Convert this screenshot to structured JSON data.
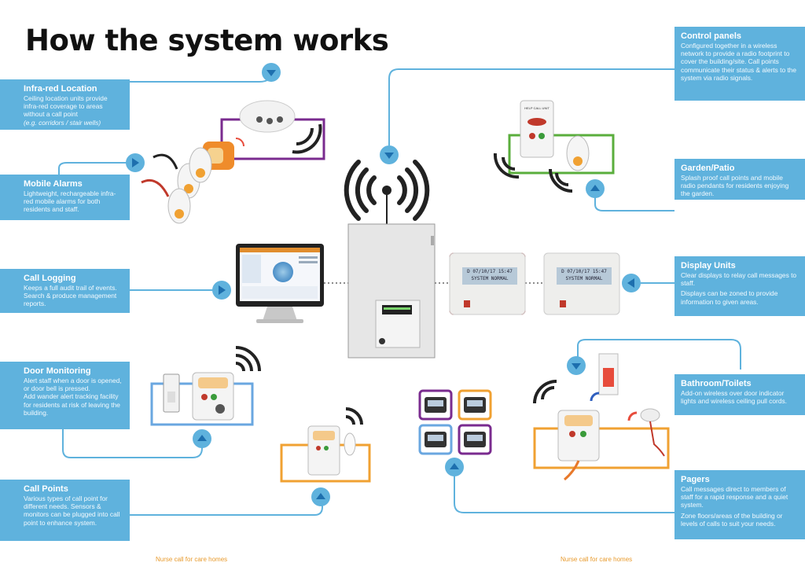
{
  "title": "How the system works",
  "footer": {
    "left": "Nurse call for care homes",
    "right": "Nurse call for care homes"
  },
  "colors": {
    "panel_blue": "#5fb2dd",
    "line_blue": "#5fb2dd",
    "purple": "#7a2b8f",
    "green": "#5aae3c",
    "orange": "#f0a132",
    "light_blue": "#6aa7e0"
  },
  "boxes": {
    "infrared": {
      "heading": "Infra-red Location",
      "body": "Ceiling location units provide infra-red coverage to areas without a call point",
      "note": "(e.g. corridors / stair wells)"
    },
    "mobile": {
      "heading": "Mobile Alarms",
      "body": "Lightweight, rechargeable infra-red mobile alarms for both residents and staff."
    },
    "logging": {
      "heading": "Call Logging",
      "body": "Keeps a full audit trail of events. Search & produce management reports."
    },
    "door": {
      "heading": "Door Monitoring",
      "body": "Alert staff when a door is opened, or door bell is pressed.",
      "extra": "Add wander alert tracking facility for residents at risk of leaving the building."
    },
    "callpoints": {
      "heading": "Call Points",
      "body": "Various types of call point for different needs. Sensors & monitors can be plugged into call point to enhance system."
    },
    "control": {
      "heading": "Control panels",
      "body": "Configured together in a wireless network to provide a radio footprint to cover the building/site. Call points communicate their status & alerts to the system via radio signals."
    },
    "garden": {
      "heading": "Garden/Patio",
      "body": "Splash proof call points and mobile radio pendants for residents enjoying the garden."
    },
    "display": {
      "heading": "Display Units",
      "body": "Clear displays to relay call messages to staff.",
      "extra": "Displays can be zoned to provide information to given areas."
    },
    "bathroom": {
      "heading": "Bathroom/Toilets",
      "body": "Add-on wireless over door indicator lights and wireless ceiling pull cords."
    },
    "pagers": {
      "heading": "Pagers",
      "body": "Call messages direct to members of staff for a rapid response and a quiet system.",
      "extra": "Zone floors/areas of the building or levels of calls to suit your needs."
    }
  },
  "devices": {
    "display_screen": [
      "D 07/10/17 15:47",
      "SYSTEM NORMAL"
    ],
    "call_unit_label": "HELP CALL UNIT"
  }
}
